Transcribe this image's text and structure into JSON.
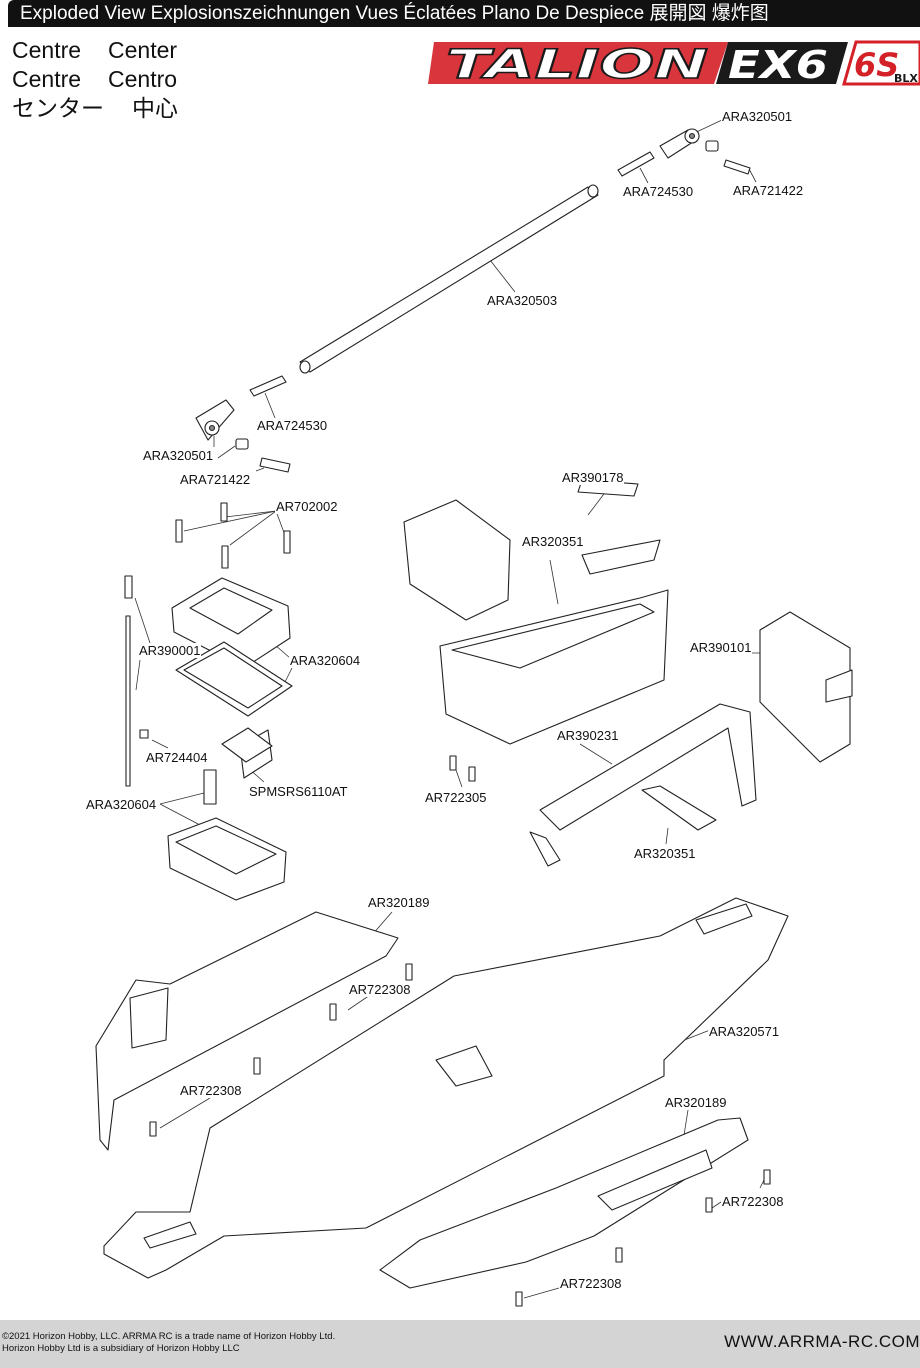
{
  "header": {
    "title": "Exploded View  Explosionszeichnungen  Vues Éclatées  Plano De Despiece 展開図  爆炸图"
  },
  "section": {
    "rows": [
      [
        "Centre",
        "Center"
      ],
      [
        "Centre",
        "Centro"
      ],
      [
        "センター",
        "中心"
      ]
    ]
  },
  "logo": {
    "name": "TALION",
    "model": "EX6",
    "power": "6S",
    "suffix": "BLX",
    "accent": "#d42027",
    "dark": "#1a1a1a"
  },
  "parts": [
    {
      "id": "p1",
      "label": "ARA320501"
    },
    {
      "id": "p2",
      "label": "ARA724530"
    },
    {
      "id": "p3",
      "label": "ARA721422"
    },
    {
      "id": "p4",
      "label": "ARA320503"
    },
    {
      "id": "p5",
      "label": "ARA724530"
    },
    {
      "id": "p6",
      "label": "ARA320501"
    },
    {
      "id": "p7",
      "label": "ARA721422"
    },
    {
      "id": "p8",
      "label": "AR702002"
    },
    {
      "id": "p9",
      "label": "AR390178"
    },
    {
      "id": "p10",
      "label": "AR320351"
    },
    {
      "id": "p11",
      "label": "AR390001"
    },
    {
      "id": "p12",
      "label": "ARA320604"
    },
    {
      "id": "p13",
      "label": "AR390101"
    },
    {
      "id": "p14",
      "label": "AR724404"
    },
    {
      "id": "p15",
      "label": "AR390231"
    },
    {
      "id": "p16",
      "label": "SPMSRS6110AT"
    },
    {
      "id": "p17",
      "label": "AR722305"
    },
    {
      "id": "p18",
      "label": "ARA320604"
    },
    {
      "id": "p19",
      "label": "AR320351"
    },
    {
      "id": "p20",
      "label": "AR320189"
    },
    {
      "id": "p21",
      "label": "AR722308"
    },
    {
      "id": "p22",
      "label": "ARA320571"
    },
    {
      "id": "p23",
      "label": "AR722308"
    },
    {
      "id": "p24",
      "label": "AR320189"
    },
    {
      "id": "p25",
      "label": "AR722308"
    },
    {
      "id": "p26",
      "label": "AR722308"
    }
  ],
  "footer": {
    "copyright_line1": "©2021 Horizon Hobby, LLC. ARRMA RC is a trade name of Horizon Hobby Ltd.",
    "copyright_line2": "Horizon Hobby Ltd is a subsidiary of Horizon Hobby LLC",
    "website": "WWW.ARRMA-RC.COM"
  }
}
